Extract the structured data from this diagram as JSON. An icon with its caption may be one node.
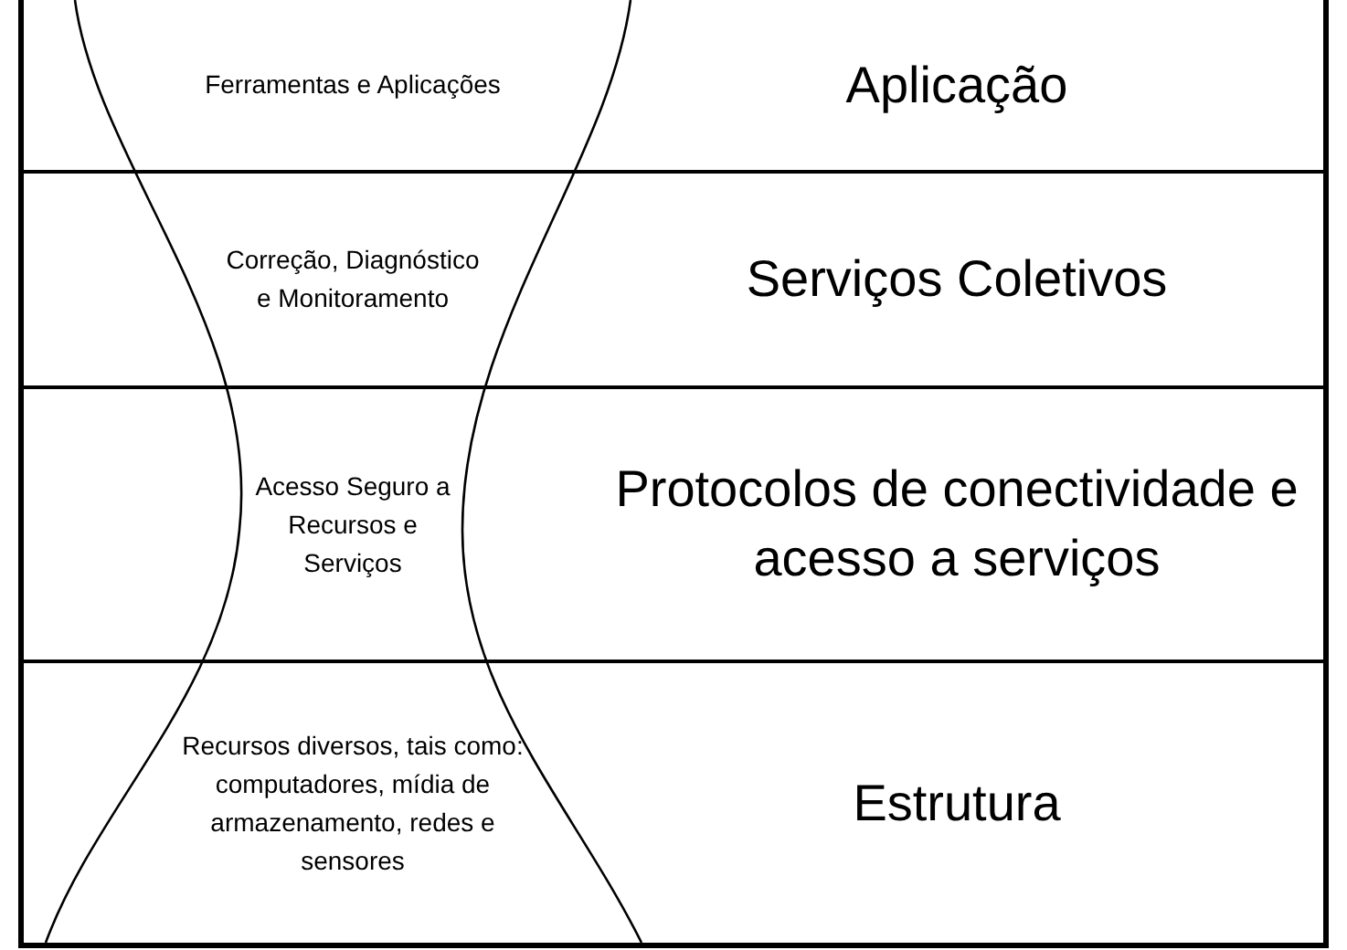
{
  "diagram": {
    "nodes": [
      {
        "text": [
          "Ferramentas e Aplicações",
          "Aplicação"
        ]
      },
      {
        "text": [
          "Correção, Diagnóstico e Monitoramento",
          "Serviços Coletivos"
        ]
      },
      {
        "text": [
          "Acesso Seguro a Recursos e Serviços",
          "Protocolos de conectividade e acesso a serviços"
        ]
      },
      {
        "text": [
          "Recursos diversos, tais como: computadores, mídia de armazenamento, redes e sensores",
          "Estrutura"
        ]
      }
    ]
  }
}
